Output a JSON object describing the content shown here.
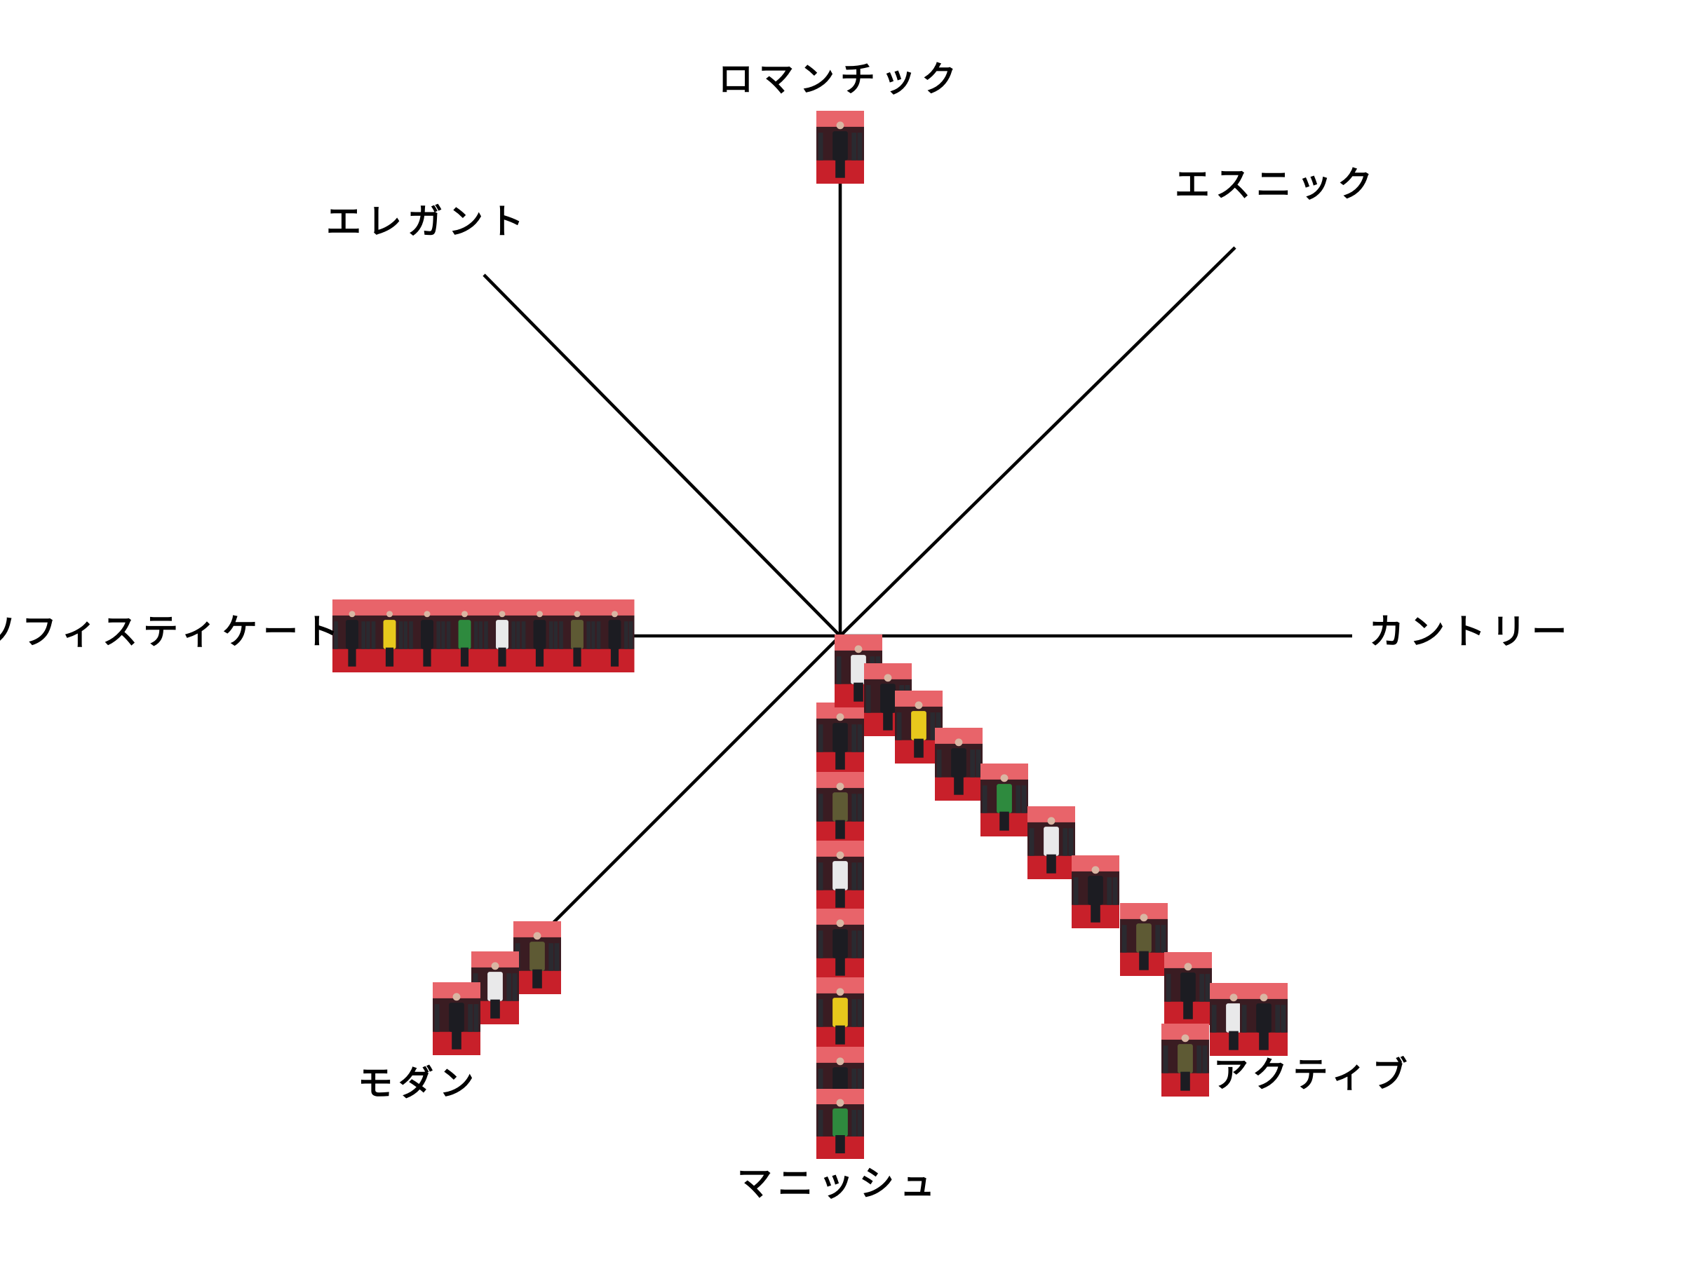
{
  "axes": [
    {
      "id": "romantic",
      "label": "ロマンチック"
    },
    {
      "id": "ethnic",
      "label": "エスニック"
    },
    {
      "id": "country",
      "label": "カントリー"
    },
    {
      "id": "active",
      "label": "アクティブ"
    },
    {
      "id": "mannish",
      "label": "マニッシュ"
    },
    {
      "id": "modern",
      "label": "モダン"
    },
    {
      "id": "sophisticate",
      "label": "ソフィスティケート"
    },
    {
      "id": "elegant",
      "label": "エレガント"
    }
  ],
  "look_counts": {
    "romantic": 1,
    "sophisticate": 8,
    "modern": 3,
    "mannish": 7,
    "active": 12
  },
  "colors": {
    "line": "#000000",
    "label": "#000000",
    "runway_red": "#c8202a",
    "backdrop_pink": "#e8646a",
    "backdrop_dark": "#3a1c22",
    "outfit_dark": "#1c1c22",
    "accent_yellow": "#e8c81c",
    "accent_green": "#2e8a3e",
    "accent_white": "#e9e9ea",
    "accent_olive": "#5e5a34"
  }
}
